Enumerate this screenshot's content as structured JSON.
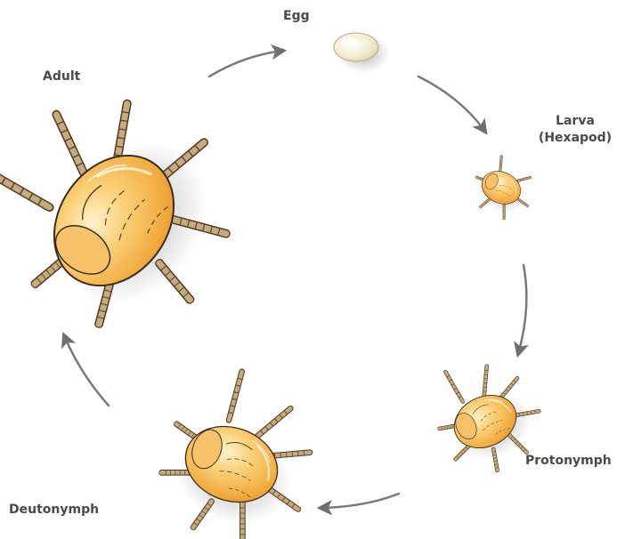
{
  "stages": {
    "egg": "Egg",
    "larva_line1": "Larva",
    "larva_line2": "(Hexapod)",
    "protonymph": "Protonymph",
    "deutonymph": "Deutonymph",
    "adult": "Adult"
  },
  "colors": {
    "body_light": "#fde6a8",
    "body_mid": "#f8bf57",
    "body_dark": "#e9982b",
    "outline": "#3a2a1a",
    "leg": "#c2a77a",
    "leg_dark": "#6e5534",
    "arrow": "#7a7a7a",
    "egg": "#f4eed6",
    "label": "#4a4a4a"
  }
}
